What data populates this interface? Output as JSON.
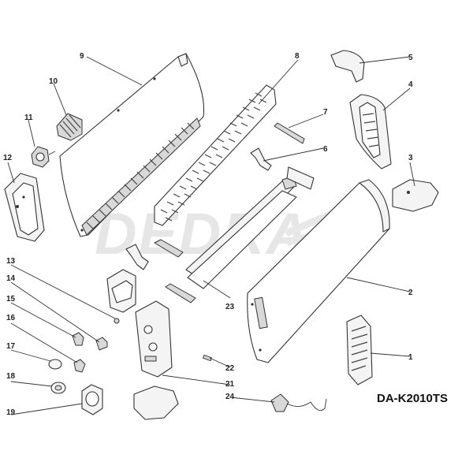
{
  "watermark": "DEDRA",
  "model_code": "DA-K2010TS",
  "callouts": {
    "c1": "1",
    "c2": "2",
    "c3": "3",
    "c4": "4",
    "c5": "5",
    "c6": "6",
    "c7": "7",
    "c8": "8",
    "c9": "9",
    "c10": "10",
    "c11": "11",
    "c12": "12",
    "c13": "13",
    "c14": "14",
    "c15": "15",
    "c16": "16",
    "c17": "17",
    "c18": "18",
    "c19": "19",
    "c21": "21",
    "c22": "22",
    "c23": "23",
    "c24": "24"
  }
}
